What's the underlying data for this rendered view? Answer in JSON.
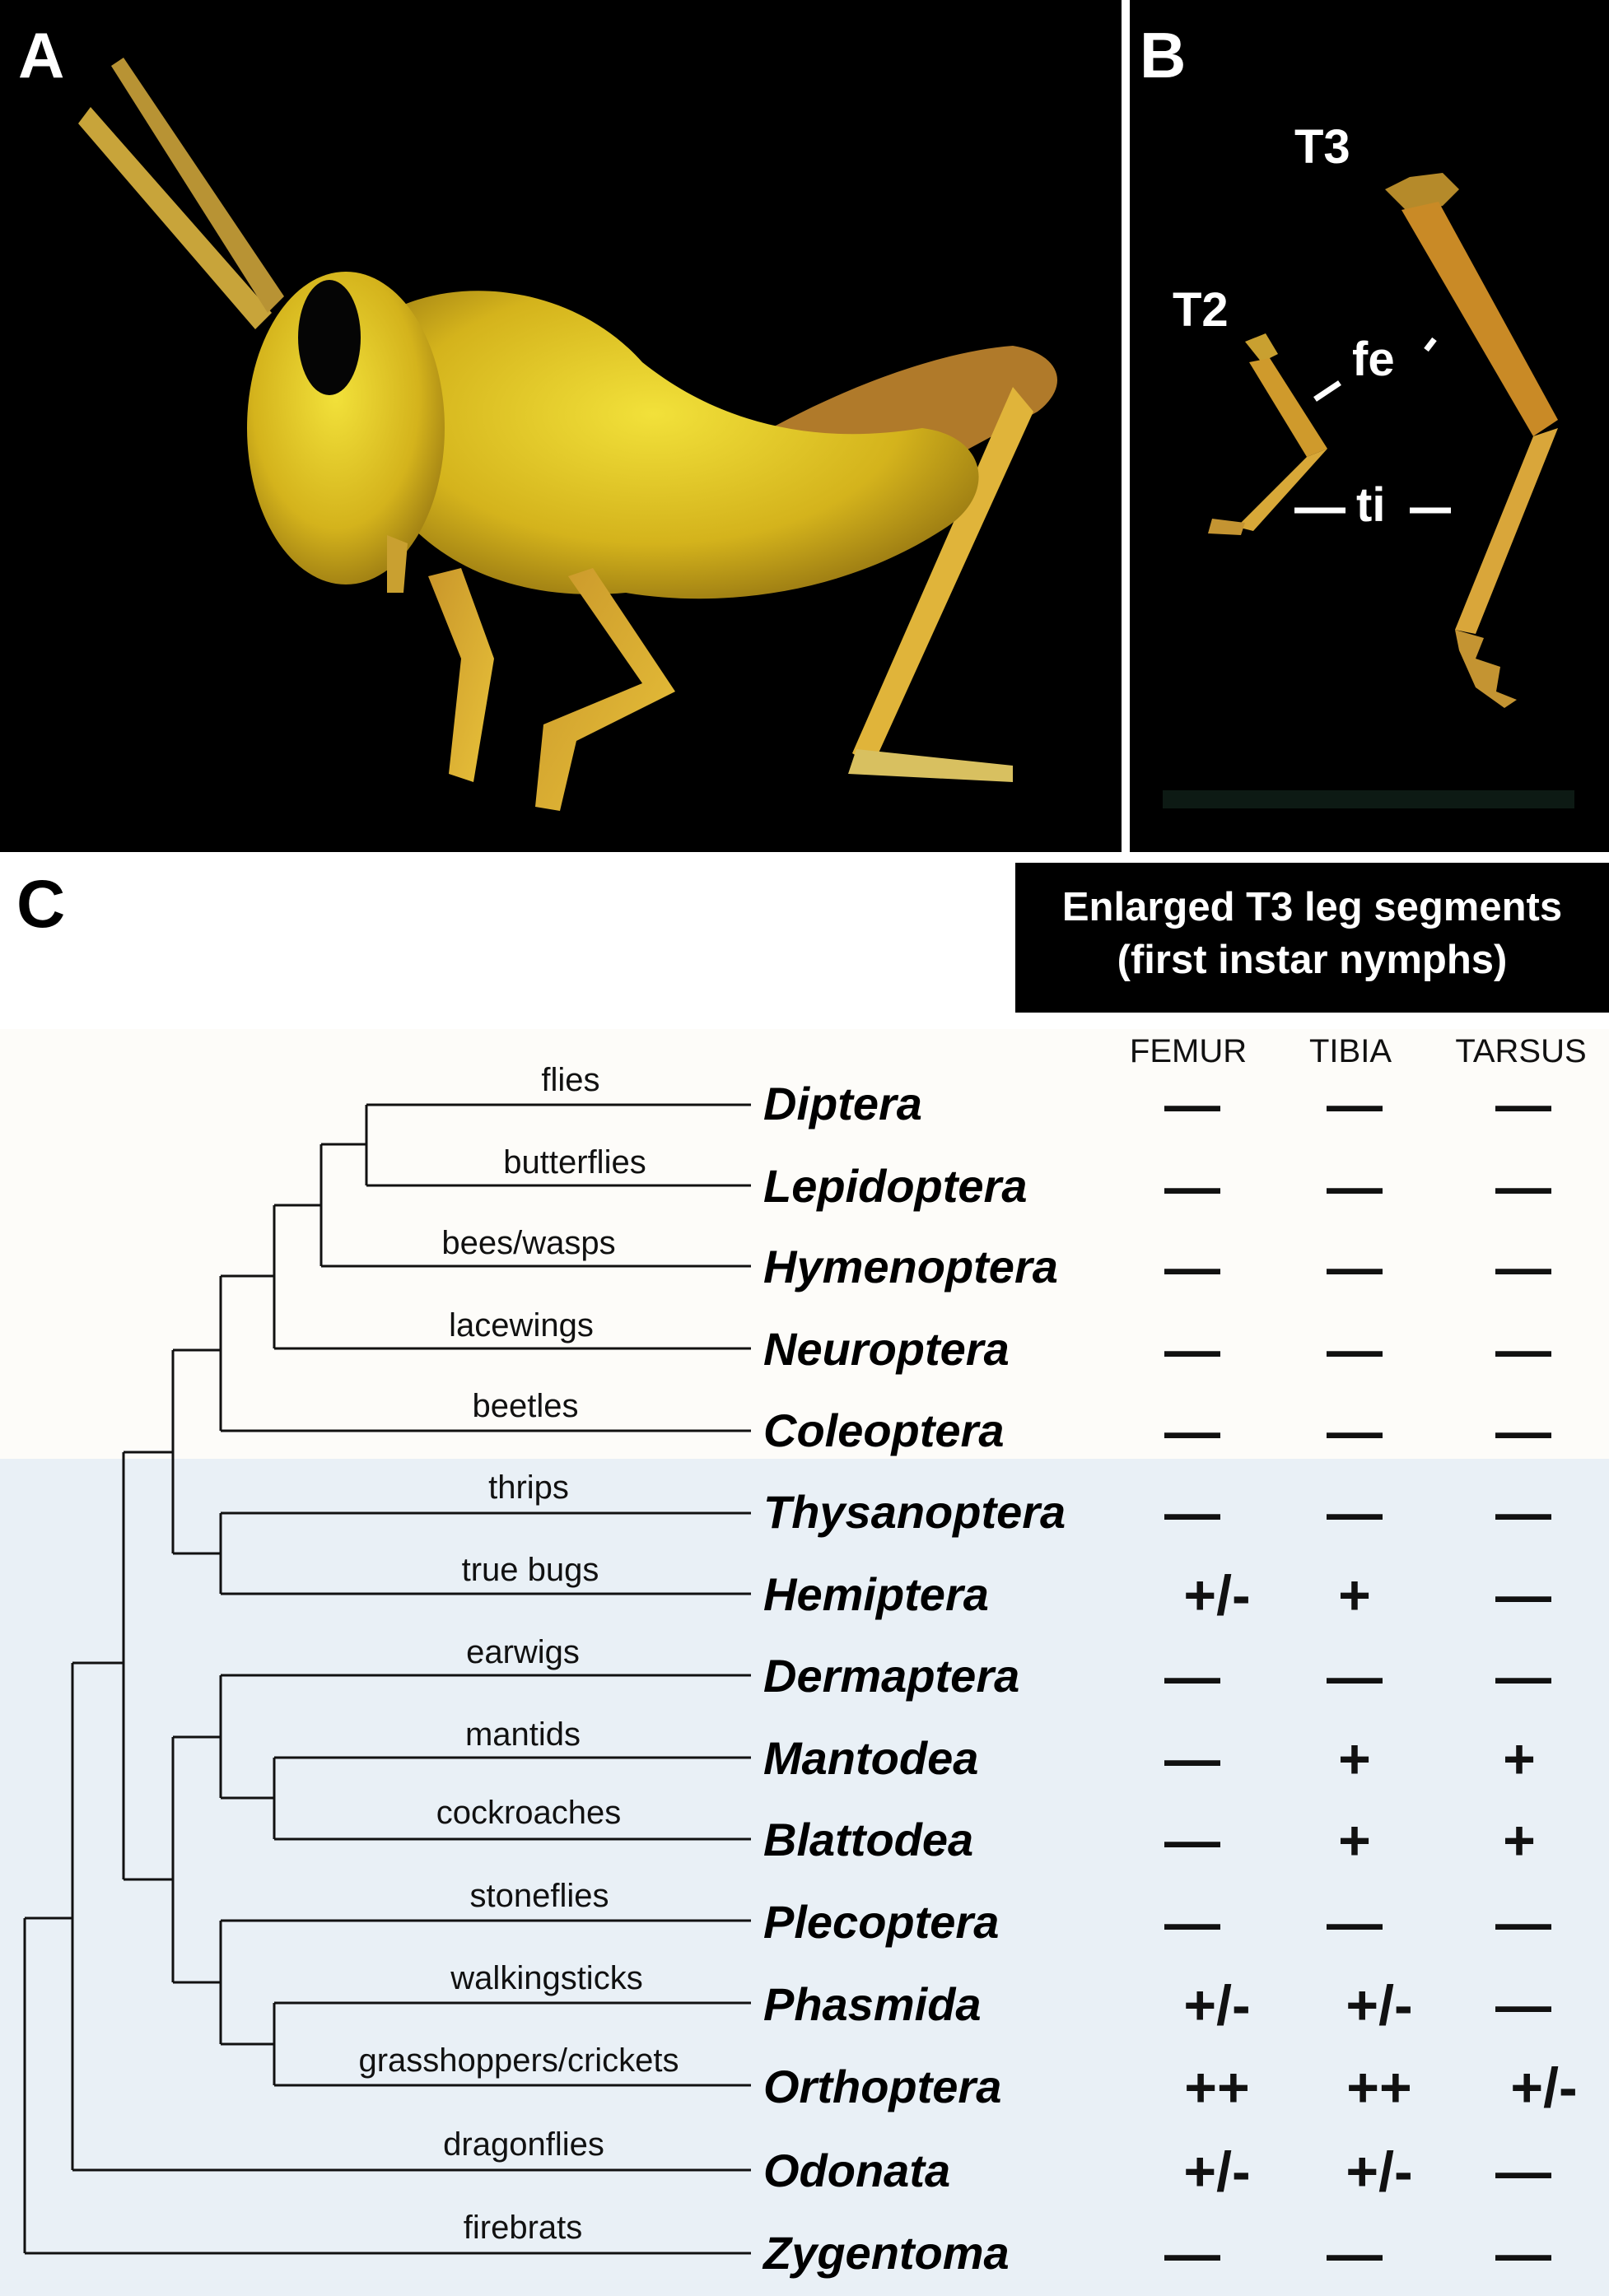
{
  "panels": {
    "a": {
      "letter": "A"
    },
    "b": {
      "letter": "B",
      "labels": {
        "t3": "T3",
        "t2": "T2",
        "fe": "fe",
        "ti": "ti"
      }
    },
    "c": {
      "letter": "C"
    }
  },
  "legend_box": {
    "line1": "Enlarged T3 leg segments",
    "line2": "(first instar nymphs)"
  },
  "columns": [
    "FEMUR",
    "TIBIA",
    "TARSUS"
  ],
  "taxa": [
    {
      "common": "flies",
      "order": "Diptera",
      "femur": "—",
      "tibia": "—",
      "tarsus": "—"
    },
    {
      "common": "butterflies",
      "order": "Lepidoptera",
      "femur": "—",
      "tibia": "—",
      "tarsus": "—"
    },
    {
      "common": "bees/wasps",
      "order": "Hymenoptera",
      "femur": "—",
      "tibia": "—",
      "tarsus": "—"
    },
    {
      "common": "lacewings",
      "order": "Neuroptera",
      "femur": "—",
      "tibia": "—",
      "tarsus": "—"
    },
    {
      "common": "beetles",
      "order": "Coleoptera",
      "femur": "—",
      "tibia": "—",
      "tarsus": "—"
    },
    {
      "common": "thrips",
      "order": "Thysanoptera",
      "femur": "—",
      "tibia": "—",
      "tarsus": "—"
    },
    {
      "common": "true bugs",
      "order": "Hemiptera",
      "femur": "+/-",
      "tibia": "+",
      "tarsus": "—"
    },
    {
      "common": "earwigs",
      "order": "Dermaptera",
      "femur": "—",
      "tibia": "—",
      "tarsus": "—"
    },
    {
      "common": "mantids",
      "order": "Mantodea",
      "femur": "—",
      "tibia": "+",
      "tarsus": "+"
    },
    {
      "common": "cockroaches",
      "order": "Blattodea",
      "femur": "—",
      "tibia": "+",
      "tarsus": "+"
    },
    {
      "common": "stoneflies",
      "order": "Plecoptera",
      "femur": "—",
      "tibia": "—",
      "tarsus": "—"
    },
    {
      "common": "walkingsticks",
      "order": "Phasmida",
      "femur": "+/-",
      "tibia": "+/-",
      "tarsus": "—"
    },
    {
      "common": "grasshoppers/crickets",
      "order": "Orthoptera",
      "femur": "++",
      "tibia": "++",
      "tarsus": "+/-"
    },
    {
      "common": "dragonflies",
      "order": "Odonata",
      "femur": "+/-",
      "tibia": "+/-",
      "tarsus": "—"
    },
    {
      "common": "firebrats",
      "order": "Zygentoma",
      "femur": "—",
      "tibia": "—",
      "tarsus": "—"
    }
  ]
}
